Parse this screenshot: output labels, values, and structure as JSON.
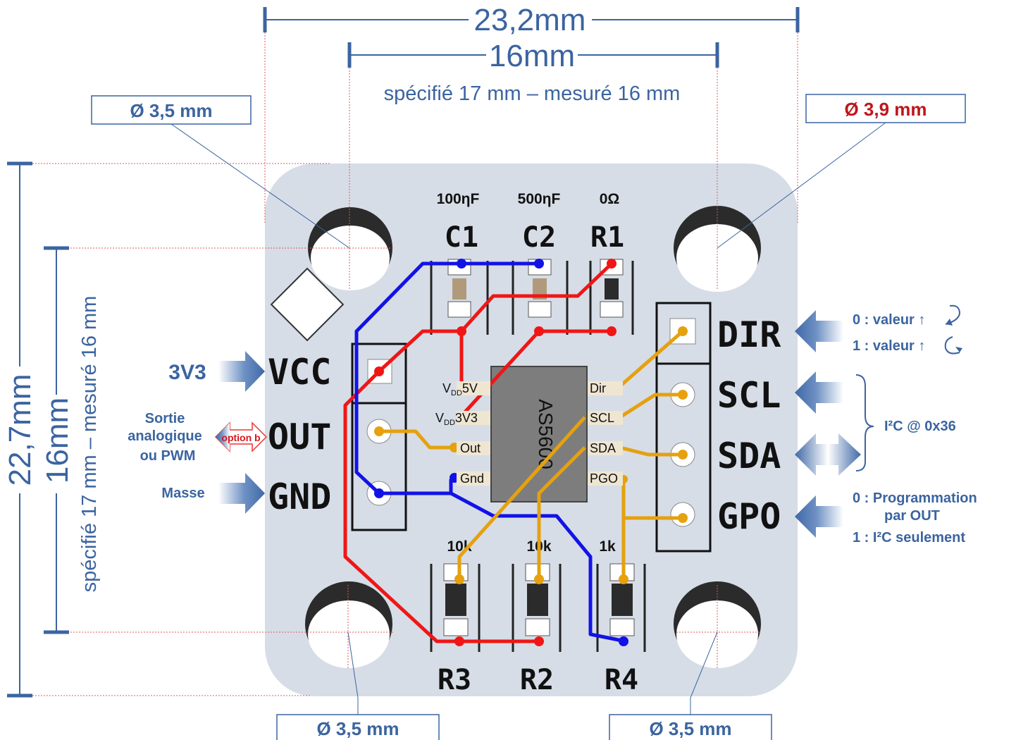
{
  "dimensions": {
    "width_outer": "23,2mm",
    "width_inner": "16mm",
    "width_note": "spécifié 17 mm – mesuré 16 mm",
    "height_outer": "22,7mm",
    "height_inner": "16mm",
    "height_note": "spécifié 17 mm – mesuré 16 mm"
  },
  "holes": {
    "top_left": "Ø 3,5 mm",
    "top_right": "Ø 3,9 mm",
    "bottom_left": "Ø 3,5 mm",
    "bottom_right": "Ø 3,5 mm"
  },
  "components": {
    "c1": {
      "name": "C1",
      "value": "100ηF"
    },
    "c2": {
      "name": "C2",
      "value": "500ηF"
    },
    "r1": {
      "name": "R1",
      "value": "0Ω"
    },
    "r3": {
      "name": "R3",
      "value": "10k"
    },
    "r2": {
      "name": "R2",
      "value": "10k"
    },
    "r4": {
      "name": "R4",
      "value": "1k"
    }
  },
  "chip": {
    "name": "AS5600",
    "pins_left": {
      "p1_sub": "DD",
      "p1_suffix": "5V",
      "p2_sub": "DD",
      "p2_suffix": "3V3",
      "p3": "Out",
      "p4": "Gnd"
    },
    "pins_left_prefix": "V",
    "pins_right": {
      "p1": "Dir",
      "p2": "SCL",
      "p3": "SDA",
      "p4": "PGO"
    }
  },
  "left_pins": {
    "vcc": "VCC",
    "out": "OUT",
    "gnd": "GND"
  },
  "left_labels": {
    "vcc": "3V3",
    "out_line1": "Sortie",
    "out_line2": "analogique",
    "out_line3": "ou PWM",
    "option": "option b",
    "gnd": "Masse"
  },
  "right_pins": {
    "dir": "DIR",
    "scl": "SCL",
    "sda": "SDA",
    "gpo": "GPO"
  },
  "right_labels": {
    "dir0": "0 : valeur ↑",
    "dir1": "1 : valeur ↑",
    "i2c": "I²C @ 0x36",
    "gpo0_line1": "0 : Programmation",
    "gpo0_line2": "par OUT",
    "gpo1": "1 : I²C seulement"
  },
  "colors": {
    "board": "#d6dde7",
    "dimension": "#3b64a0",
    "wire_red": "#f01616",
    "wire_blue": "#1212e6",
    "wire_orange": "#e5a10e",
    "hole_red_text": "#c0161c"
  }
}
